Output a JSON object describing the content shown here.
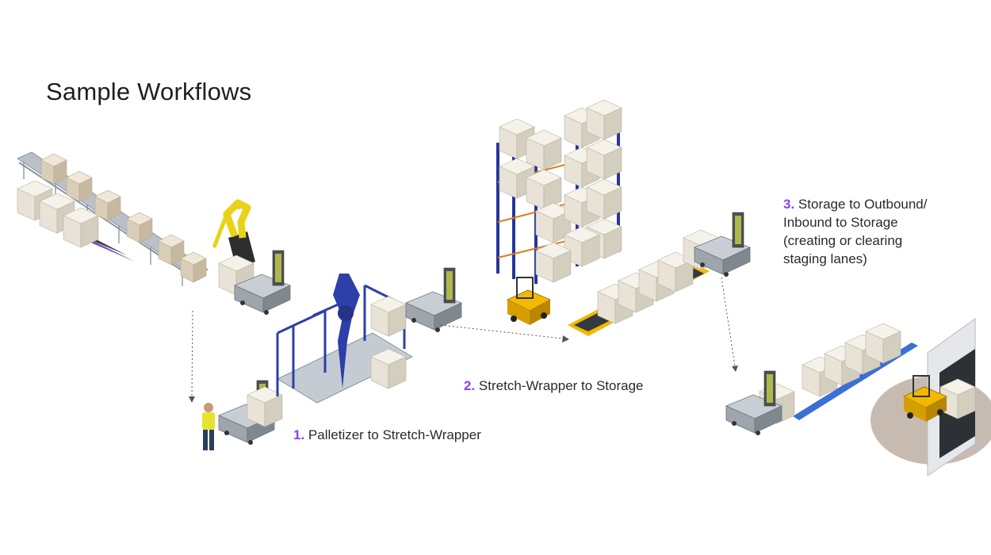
{
  "title": "Sample Workflows",
  "steps": [
    {
      "number": "1.",
      "text": "Palletizer to Stretch-Wrapper"
    },
    {
      "number": "2.",
      "text": "Stretch-Wrapper to Storage"
    },
    {
      "number": "3.",
      "lines": [
        "Storage to Outbound/",
        "Inbound to Storage",
        "(creating or clearing",
        "staging lanes)"
      ]
    }
  ],
  "colors": {
    "step_number": "#8a3ffc",
    "conveyor": "#9aa3ad",
    "box": "#ddd3bf",
    "rack": "#27359c",
    "robot_arm": "#e8d21a",
    "forklift": "#f2b900",
    "wrapper": "#2d3fa8",
    "purple_mat": "#6b3fc4",
    "blue_lane": "#3a6fd6"
  },
  "icons": [
    "conveyor-icon",
    "palletizer-robot-icon",
    "autonomous-forklift-icon",
    "stretch-wrapper-icon",
    "storage-rack-icon",
    "forklift-icon",
    "truck-trailer-icon",
    "worker-icon",
    "pallet-box-icon"
  ]
}
